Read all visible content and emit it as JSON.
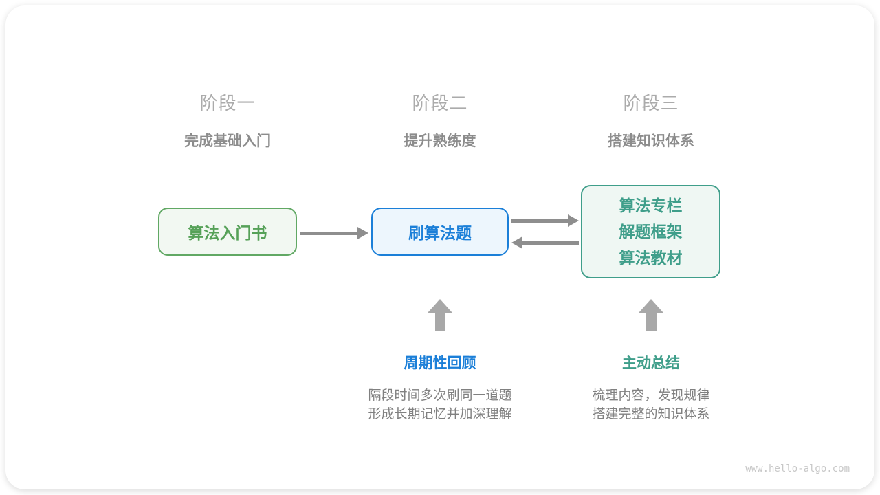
{
  "diagram": {
    "stages": [
      {
        "title": "阶段一",
        "subtitle": "完成基础入门"
      },
      {
        "title": "阶段二",
        "subtitle": "提升熟练度"
      },
      {
        "title": "阶段三",
        "subtitle": "搭建知识体系"
      }
    ],
    "nodes": [
      {
        "label": "算法入门书"
      },
      {
        "label": "刷算法题"
      },
      {
        "lines": [
          "算法专栏",
          "解题框架",
          "算法教材"
        ]
      }
    ],
    "annotations": [
      {
        "label": "周期性回顾",
        "desc_line1": "隔段时间多次刷同一道题",
        "desc_line2": "形成长期记忆并加深理解"
      },
      {
        "label": "主动总结",
        "desc_line1": "梳理内容，发现规律",
        "desc_line2": "搭建完整的知识体系"
      }
    ],
    "watermark": "www.hello-algo.com",
    "colors": {
      "green_text": "#56A158",
      "green_border": "#61A864",
      "green_bg": "#F2F8F2",
      "blue_text": "#1B7FD8",
      "blue_bg": "#EDF6FD",
      "teal_text": "#3F9E8A",
      "teal_bg": "#EFF7F3",
      "connector_arrow": "#8E8E8E",
      "up_arrow": "#A8A8A8",
      "stage_title": "#ABABAB",
      "stage_subtitle": "#8C8C8C",
      "description_text": "#808080",
      "watermark_text": "#C8C8C8"
    }
  }
}
